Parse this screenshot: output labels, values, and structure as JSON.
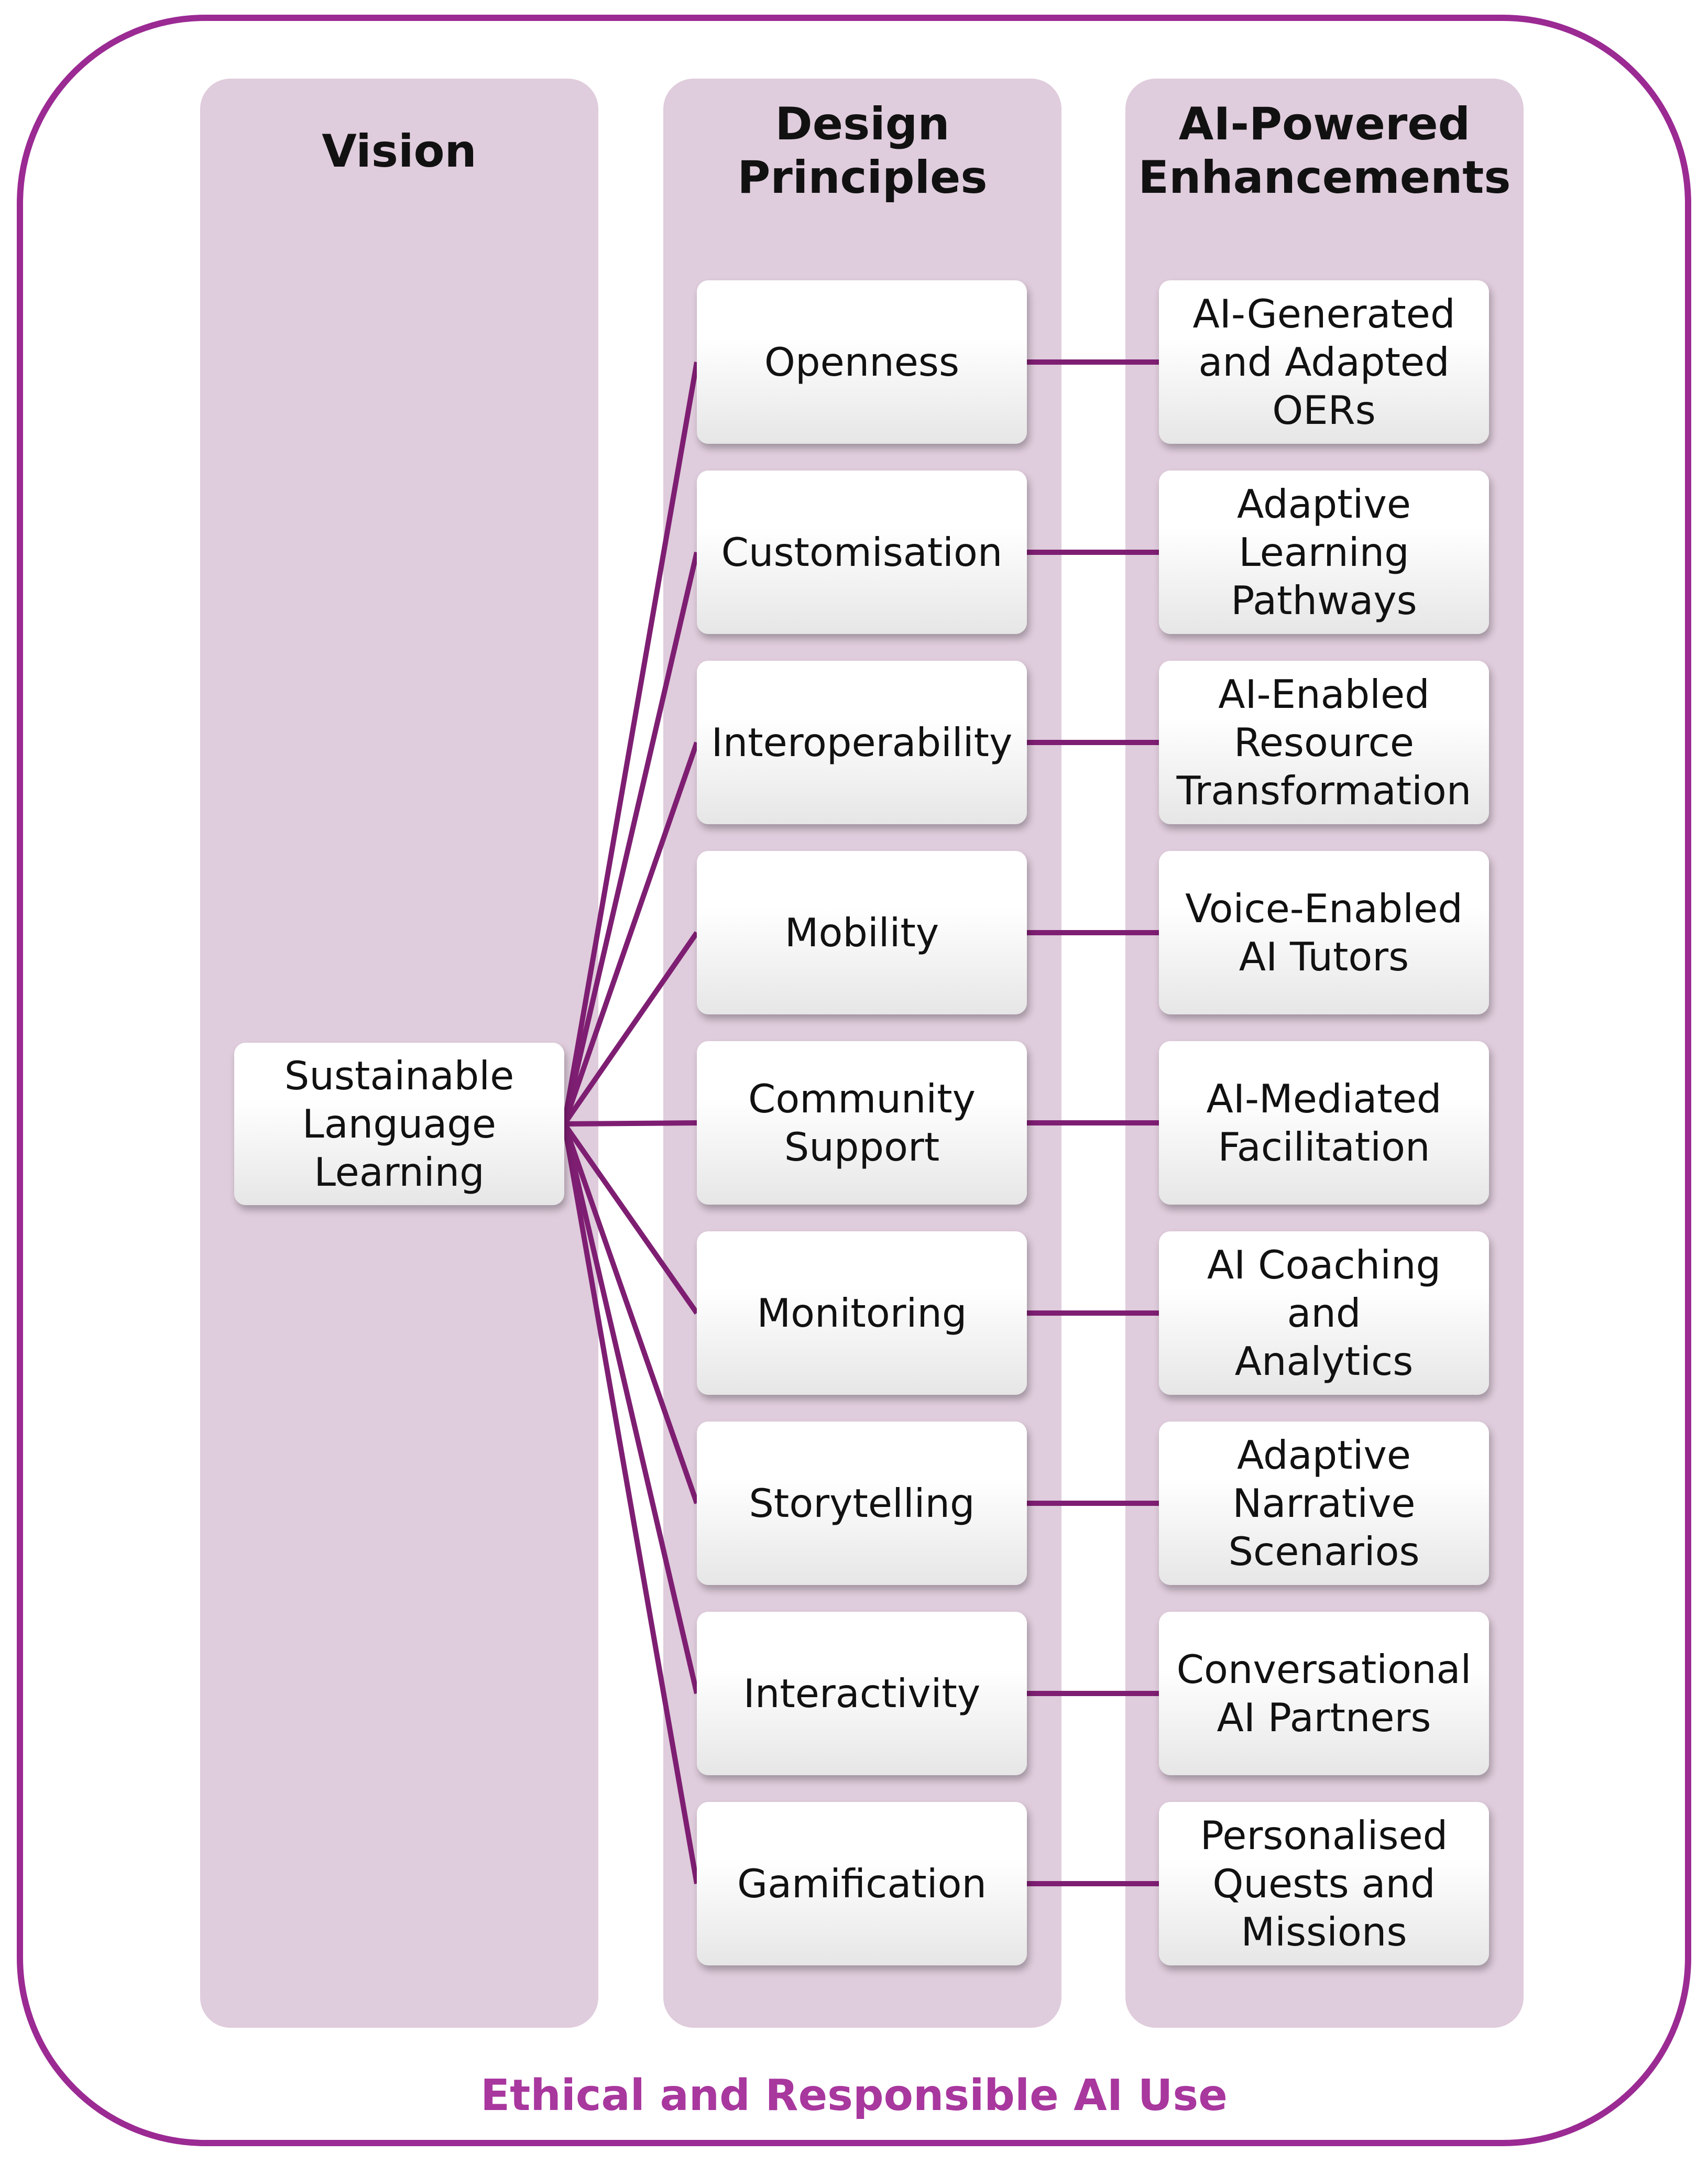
{
  "columns": {
    "vision": "Vision",
    "design": "Design\nPrinciples",
    "ai": "AI-Powered\nEnhancements"
  },
  "vision_box": "Sustainable\nLanguage\nLearning",
  "design_principles": [
    "Openness",
    "Customisation",
    "Interoperability",
    "Mobility",
    "Community\nSupport",
    "Monitoring",
    "Storytelling",
    "Interactivity",
    "Gamification"
  ],
  "ai_enhancements": [
    "AI-Generated\nand Adapted\nOERs",
    "Adaptive\nLearning\nPathways",
    "AI-Enabled\nResource\nTransformation",
    "Voice-Enabled\nAI Tutors",
    "AI-Mediated\nFacilitation",
    "AI Coaching and\nAnalytics",
    "Adaptive\nNarrative\nScenarios",
    "Conversational\nAI Partners",
    "Personalised\nQuests and\nMissions"
  ],
  "footer": "Ethical and Responsible AI Use",
  "colors": {
    "frame": "#9b2a93",
    "column_bg": "#dfccdc",
    "connector": "#7e1e72",
    "footer_text": "#a8379e"
  }
}
